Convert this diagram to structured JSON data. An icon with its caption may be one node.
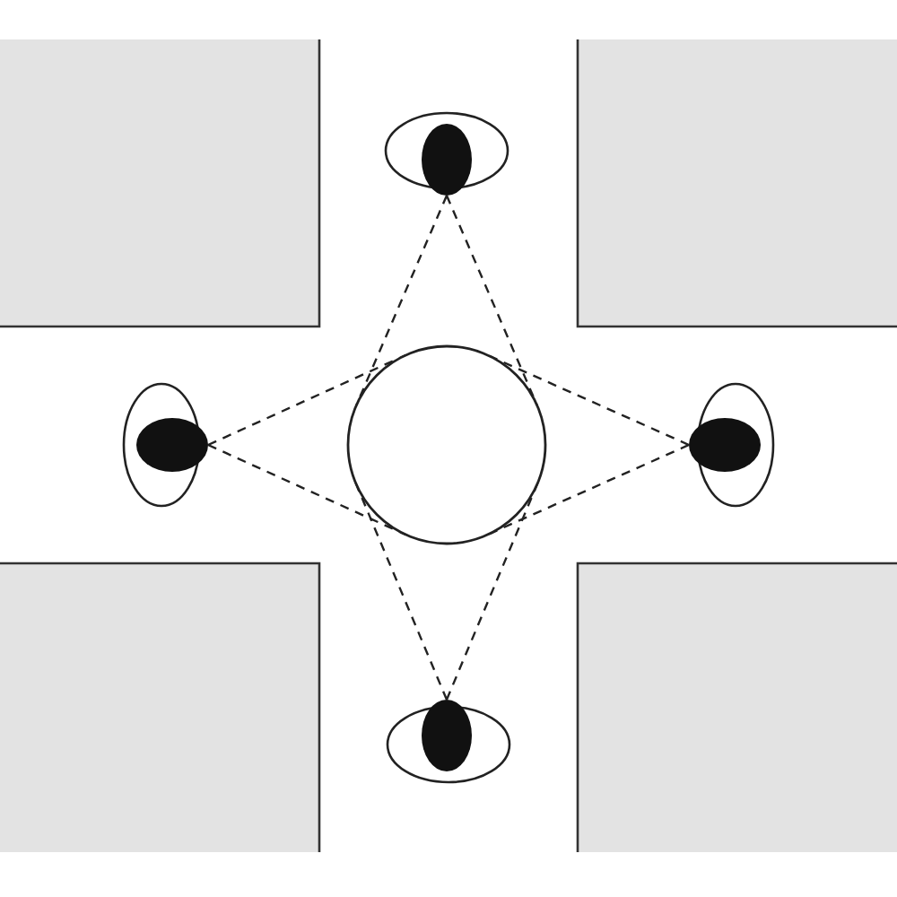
{
  "diagram": {
    "nodes": [
      {
        "text": [],
        "shape": "eye"
      },
      {
        "text": [],
        "shape": "eye"
      },
      {
        "text": [],
        "shape": "circle"
      },
      {
        "text": [],
        "shape": "eye"
      },
      {
        "text": [],
        "shape": "eye"
      }
    ],
    "edges": [
      {
        "from": 0,
        "to": 2,
        "arrow": "none",
        "style": "dashed"
      },
      {
        "from": 0,
        "to": 2,
        "arrow": "none",
        "style": "dashed"
      },
      {
        "from": 1,
        "to": 2,
        "arrow": "none",
        "style": "dashed"
      },
      {
        "from": 1,
        "to": 2,
        "arrow": "none",
        "style": "dashed"
      },
      {
        "from": 3,
        "to": 2,
        "arrow": "none",
        "style": "dashed"
      },
      {
        "from": 3,
        "to": 2,
        "arrow": "none",
        "style": "dashed"
      },
      {
        "from": 4,
        "to": 2,
        "arrow": "none",
        "style": "dashed"
      },
      {
        "from": 4,
        "to": 2,
        "arrow": "none",
        "style": "dashed"
      }
    ]
  }
}
